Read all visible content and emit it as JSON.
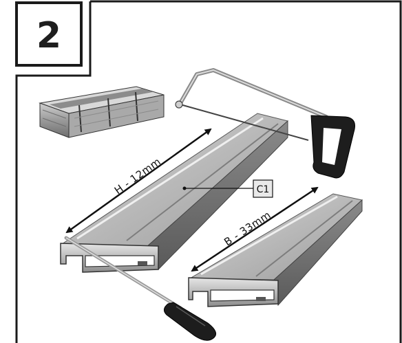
{
  "step": {
    "number": "2"
  },
  "dimensions": {
    "height_cut": "H - 12mm",
    "width_cut": "B - 33mm"
  },
  "callout": {
    "label": "C1"
  },
  "icons": {
    "miter_box": "miter-box-icon",
    "hacksaw": "hacksaw-icon",
    "screwdriver": "screwdriver-icon"
  }
}
